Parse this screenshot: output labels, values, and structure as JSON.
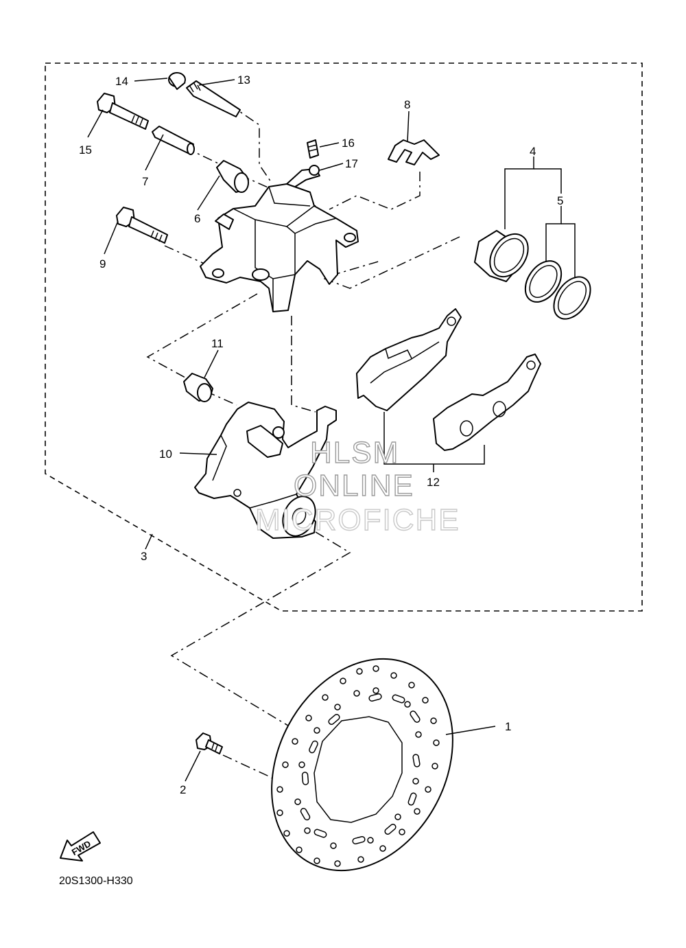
{
  "diagram_code": "20S1300-H330",
  "fwd_label": "FWD",
  "watermark": {
    "line1": "HLSM",
    "line2": "ONLINE",
    "line3": "MICROFICHE"
  },
  "callouts": [
    "1",
    "2",
    "3",
    "4",
    "5",
    "6",
    "7",
    "8",
    "9",
    "10",
    "11",
    "12",
    "13",
    "14",
    "15",
    "16",
    "17"
  ]
}
